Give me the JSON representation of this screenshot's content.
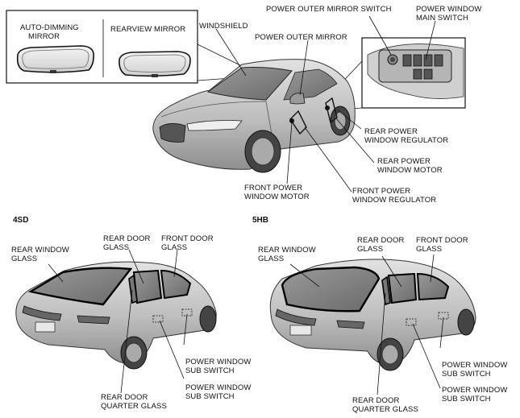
{
  "labels": {
    "auto_dimming_mirror": [
      "AUTO-DIMMING",
      "MIRROR"
    ],
    "rearview_mirror": [
      "REARVIEW MIRROR"
    ],
    "windshield": [
      "WINDSHIELD"
    ],
    "power_outer_mirror_switch": [
      "POWER OUTER MIRROR SWITCH"
    ],
    "power_window_main_switch": [
      "POWER WINDOW",
      "MAIN SWITCH"
    ],
    "power_outer_mirror": [
      "POWER OUTER MIRROR"
    ],
    "rear_power_window_regulator": [
      "REAR POWER",
      "WINDOW REGULATOR"
    ],
    "rear_power_window_motor": [
      "REAR POWER",
      "WINDOW MOTOR"
    ],
    "front_power_window_motor": [
      "FRONT POWER",
      "WINDOW MOTOR"
    ],
    "front_power_window_regulator": [
      "FRONT POWER",
      "WINDOW REGULATOR"
    ],
    "sd_rear_window_glass": [
      "REAR WINDOW",
      "GLASS"
    ],
    "sd_rear_door_glass": [
      "REAR DOOR",
      "GLASS"
    ],
    "sd_front_door_glass": [
      "FRONT DOOR",
      "GLASS"
    ],
    "sd_power_window_sub_switch_1": [
      "POWER WINDOW",
      "SUB SWITCH"
    ],
    "sd_power_window_sub_switch_2": [
      "POWER WINDOW",
      "SUB SWITCH"
    ],
    "sd_rear_door_quarter_glass": [
      "REAR DOOR",
      "QUARTER GLASS"
    ],
    "hb_rear_window_glass": [
      "REAR WINDOW",
      "GLASS"
    ],
    "hb_rear_door_glass": [
      "REAR DOOR",
      "GLASS"
    ],
    "hb_front_door_glass": [
      "FRONT DOOR",
      "GLASS"
    ],
    "hb_power_window_sub_switch_1": [
      "POWER WINDOW",
      "SUB SWITCH"
    ],
    "hb_power_window_sub_switch_2": [
      "POWER WINDOW",
      "SUB SWITCH"
    ],
    "hb_rear_door_quarter_glass": [
      "REAR DOOR",
      "QUARTER GLASS"
    ]
  },
  "sections": {
    "sedan": "4SD",
    "hatchback": "5HB"
  }
}
